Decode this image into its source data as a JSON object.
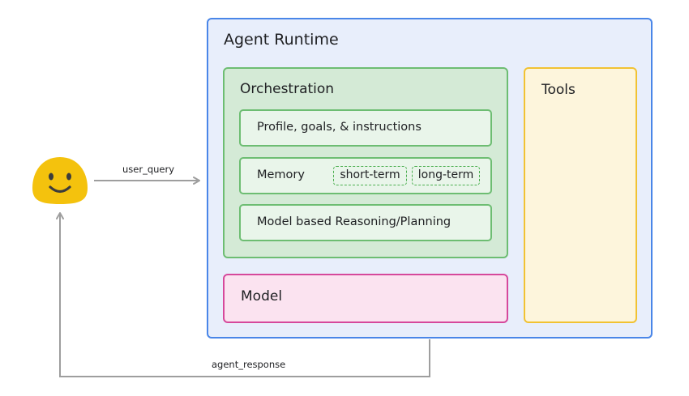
{
  "diagram": {
    "user_icon": "smiling-face-icon",
    "runtime": {
      "title": "Agent Runtime"
    },
    "orchestration": {
      "title": "Orchestration",
      "profile_label": "Profile, goals, & instructions",
      "memory": {
        "label": "Memory",
        "short_term": "short-term",
        "long_term": "long-term"
      },
      "reasoning_label": "Model based Reasoning/Planning"
    },
    "model": {
      "title": "Model"
    },
    "tools": {
      "title": "Tools"
    },
    "edges": {
      "user_query": "user_query",
      "agent_response": "agent_response"
    },
    "colors": {
      "runtime_border": "#4a86e8",
      "runtime_fill": "#e8eefb",
      "orchestration_border": "#6dbd72",
      "orchestration_fill": "#d4ead6",
      "model_border": "#d6489b",
      "model_fill": "#fbe3f0",
      "tools_border": "#f1c232",
      "tools_fill": "#fdf5dc",
      "face": "#f4c20d",
      "arrow": "#9e9e9e"
    }
  }
}
